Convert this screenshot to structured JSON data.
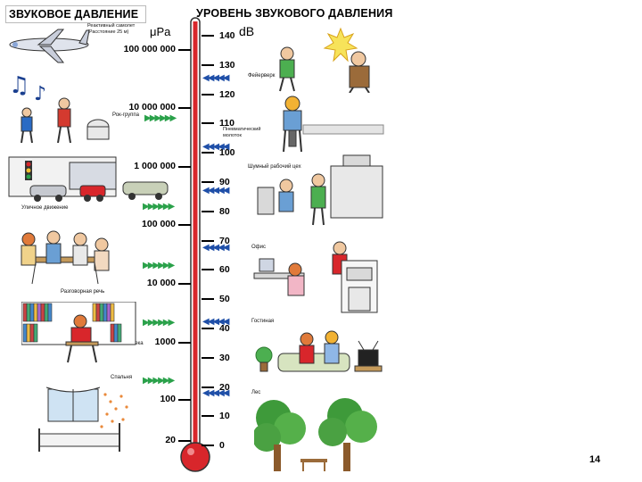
{
  "header": {
    "left_title": "ЗВУКОВОЕ ДАВЛЕНИЕ",
    "right_title": "УРОВЕНЬ ЗВУКОВОГО ДАВЛЕНИЯ",
    "pa_unit": "μPa",
    "db_unit": "dB"
  },
  "pa_scale": [
    "100 000 000",
    "10 000 000",
    "1 000 000",
    "100 000",
    "10 000",
    "1000",
    "100",
    "20"
  ],
  "db_scale": [
    "140",
    "130",
    "120",
    "110",
    "100",
    "90",
    "80",
    "70",
    "60",
    "50",
    "40",
    "30",
    "20",
    "10",
    "0"
  ],
  "left_notes": {
    "jet": "Реактивный самолет\n(Расстояние 25 м)",
    "rock": "Рок-группа",
    "street": "Уличное движение",
    "conversation": "Разговорная речь",
    "library": "Библиотека",
    "bedroom": "Спальня"
  },
  "right_notes": {
    "firecracker": "Фейерверк",
    "jackhammer": "Пневматический\nмолоток",
    "workshop": "Шумный рабочий цех",
    "office": "Офис",
    "living": "Гостиная",
    "forest": "Лес"
  },
  "page_number": "14",
  "colors": {
    "thermo_red": "#d8262b",
    "arrow_blue": "#1f4fa8",
    "arrow_green": "#2aa14a",
    "illustration_bg": "#ffffff"
  }
}
